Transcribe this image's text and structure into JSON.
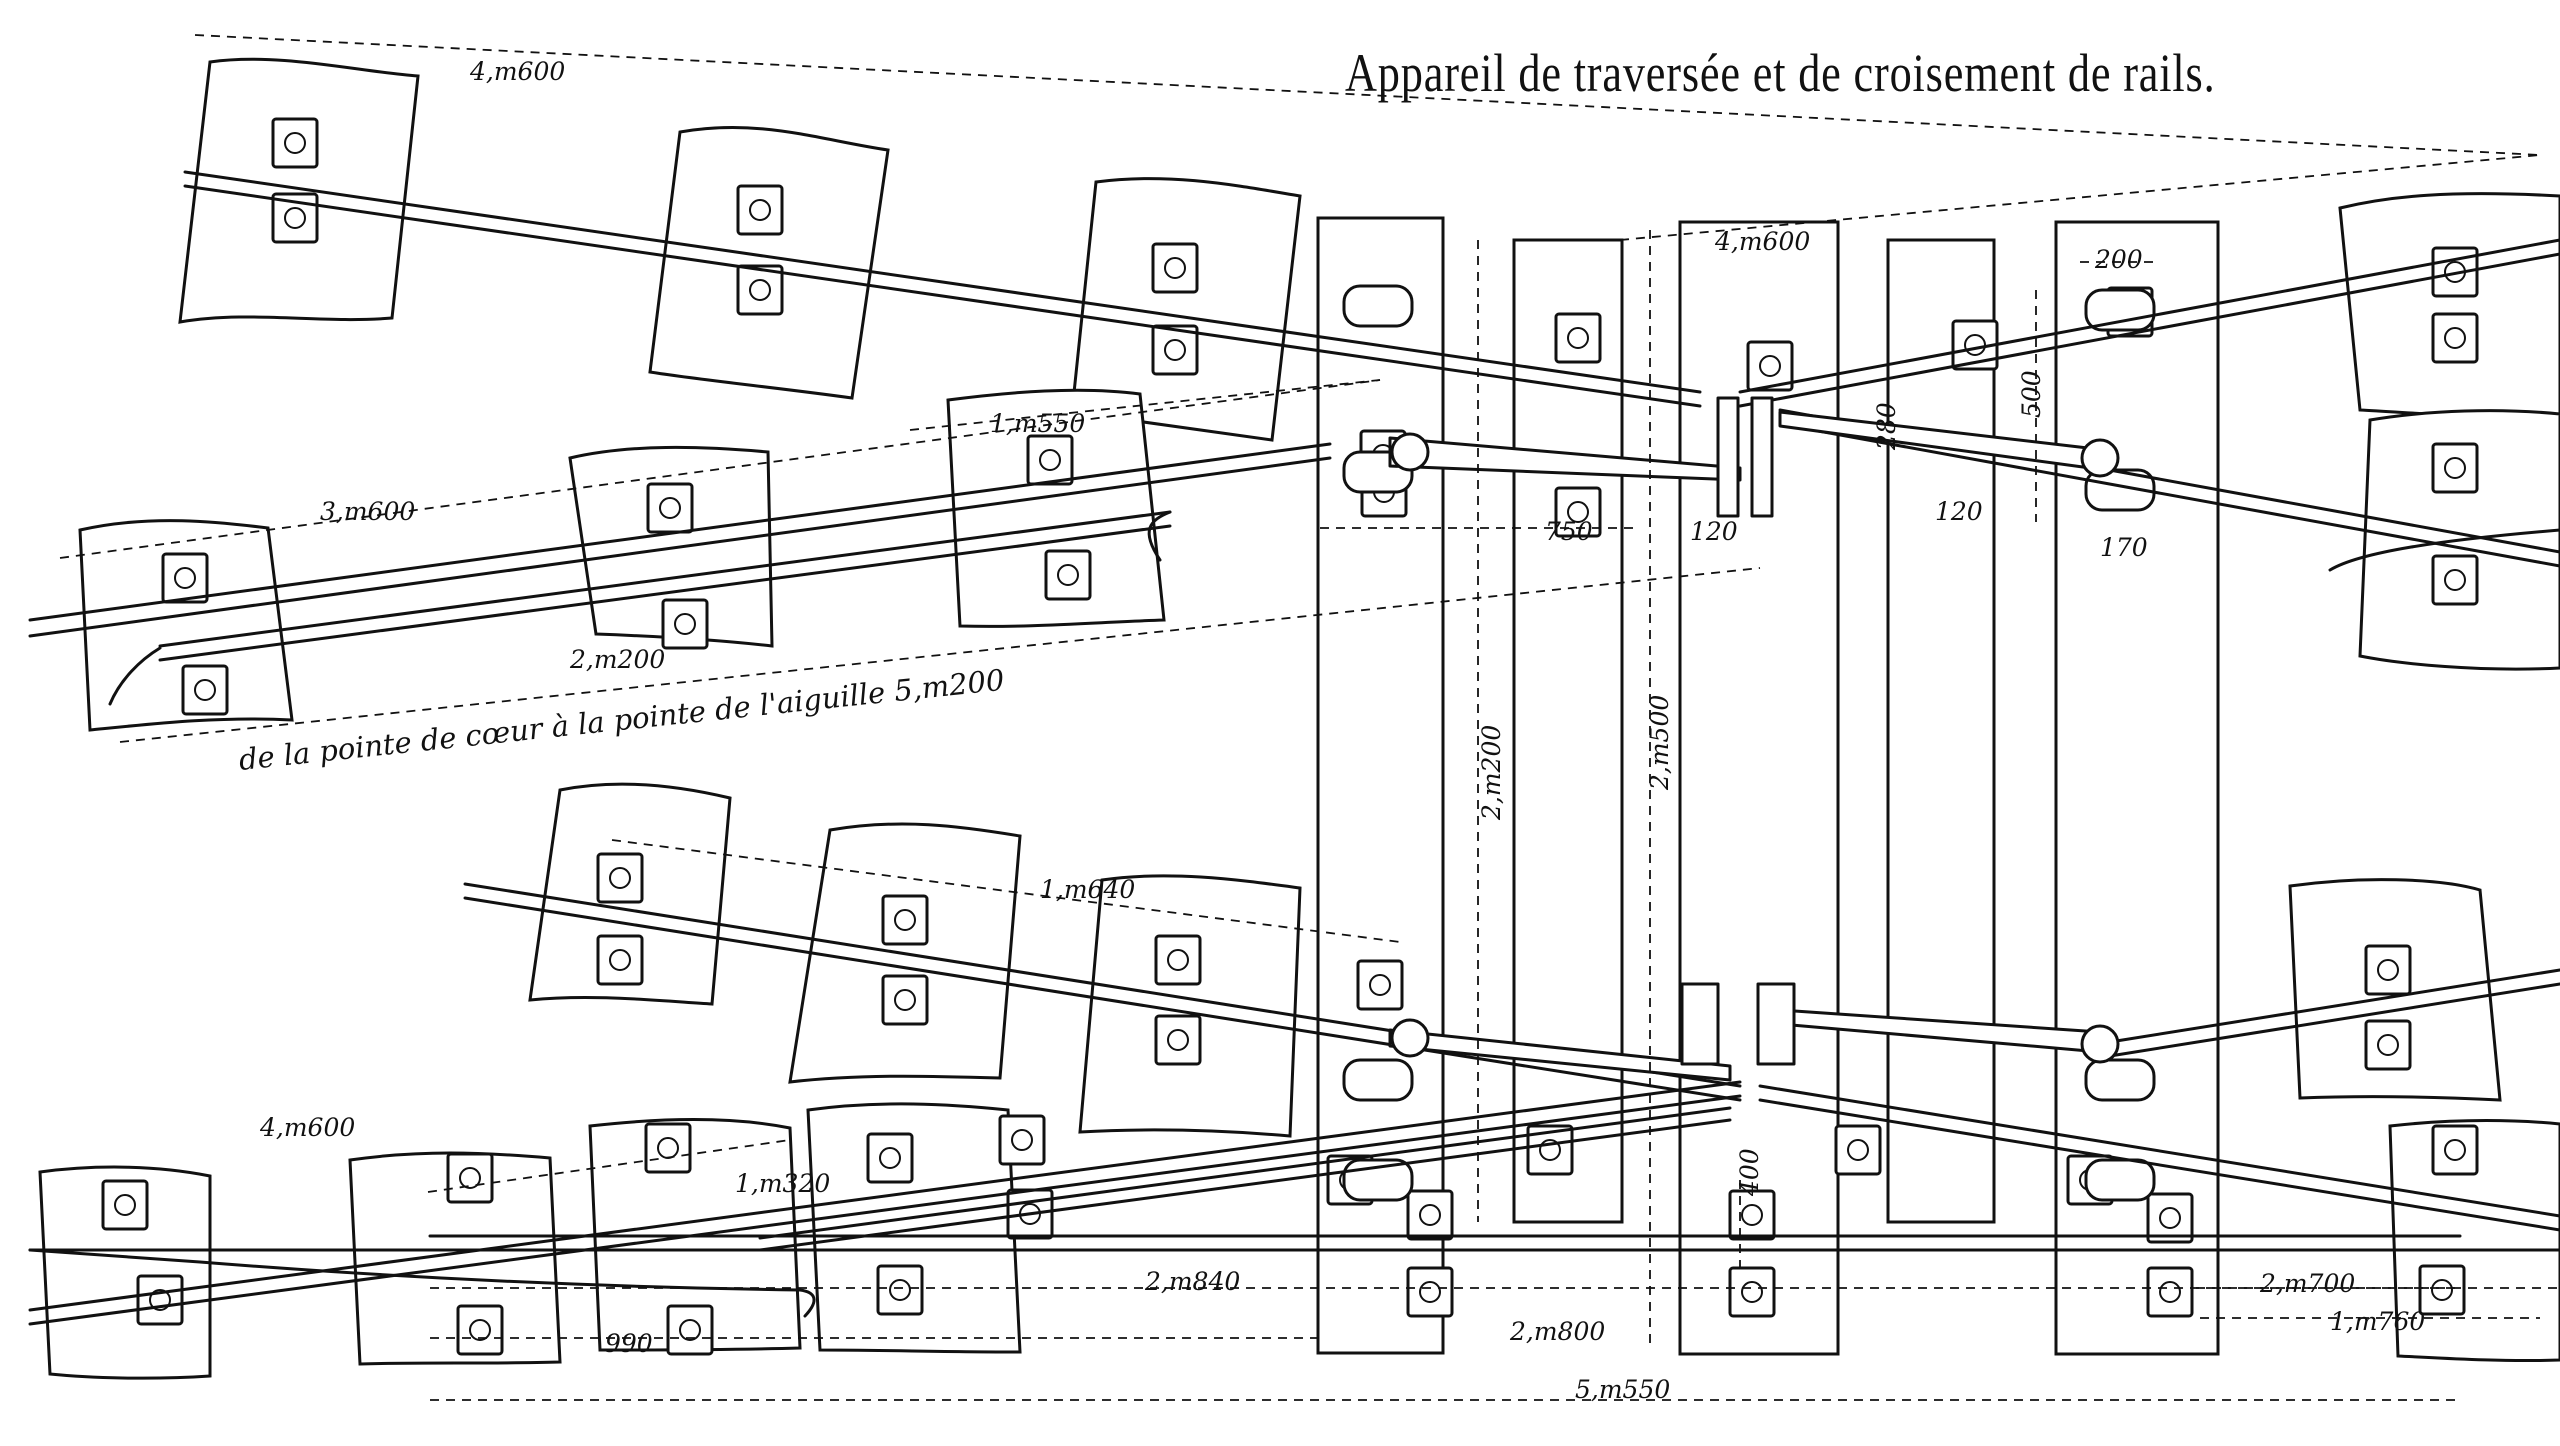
{
  "title": "Appareil de traversée et de croisement de rails.",
  "dimensions": {
    "top_overall": "4,m600",
    "top_center": "4,m600",
    "upper_left": "3,m600",
    "upper_mid": "1,m550",
    "upper_offset": "2,m200",
    "upper_point_note": "de la pointe de cœur à la pointe de l'aiguille 5,m200",
    "d750": "750",
    "d120a": "120",
    "d120b": "120",
    "d280": "280",
    "d200": "200",
    "d500": "500",
    "d170": "170",
    "v2200": "2,m200",
    "v2500": "2,m500",
    "lower_mid": "1,m640",
    "lower_left": "4,m600",
    "lower_1320": "1,m320",
    "lower_2840": "2,m840",
    "lower_990": "990",
    "lower_2800": "2,m800",
    "lower_5550": "5,m550",
    "lower_2700": "2,m700",
    "lower_1760": "1,m760",
    "lower_400": "400"
  },
  "colors": {
    "ink": "#111111",
    "paper": "#ffffff"
  }
}
